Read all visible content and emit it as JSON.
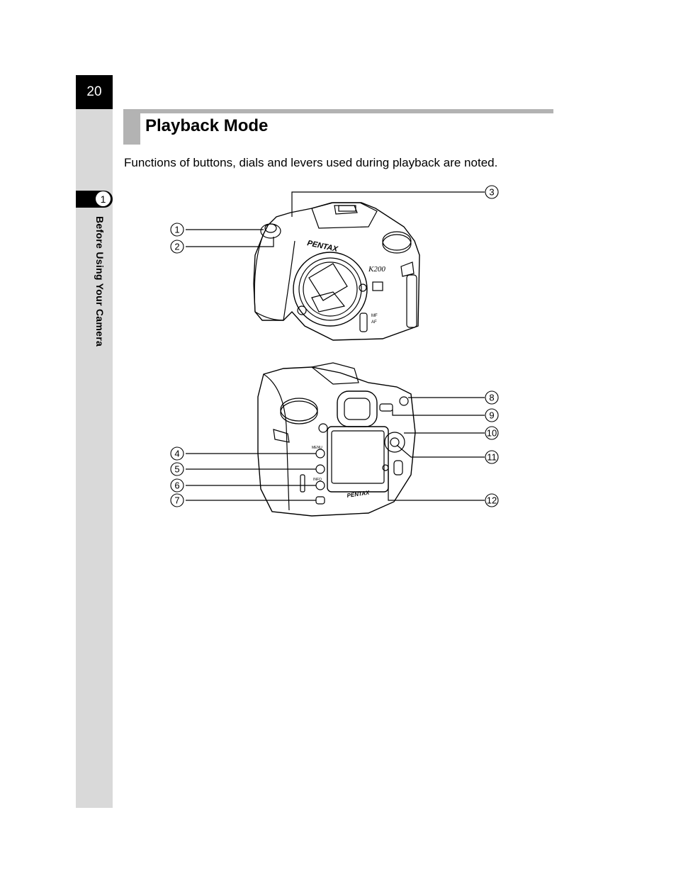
{
  "page_number": "20",
  "chapter": {
    "number": "1",
    "title": "Before Using Your Camera"
  },
  "section": {
    "title": "Playback Mode",
    "intro": "Functions of buttons, dials and levers used during playback are noted."
  },
  "front_view": {
    "brand": "PENTAX",
    "model": "K200",
    "switch_labels": [
      "MF",
      "AF"
    ],
    "callouts": [
      "1",
      "2",
      "3"
    ]
  },
  "rear_view": {
    "brand": "PENTAX",
    "button_labels": [
      "MENU",
      "INFO"
    ],
    "callouts": [
      "4",
      "5",
      "6",
      "7",
      "8",
      "9",
      "10",
      "11",
      "12"
    ]
  }
}
